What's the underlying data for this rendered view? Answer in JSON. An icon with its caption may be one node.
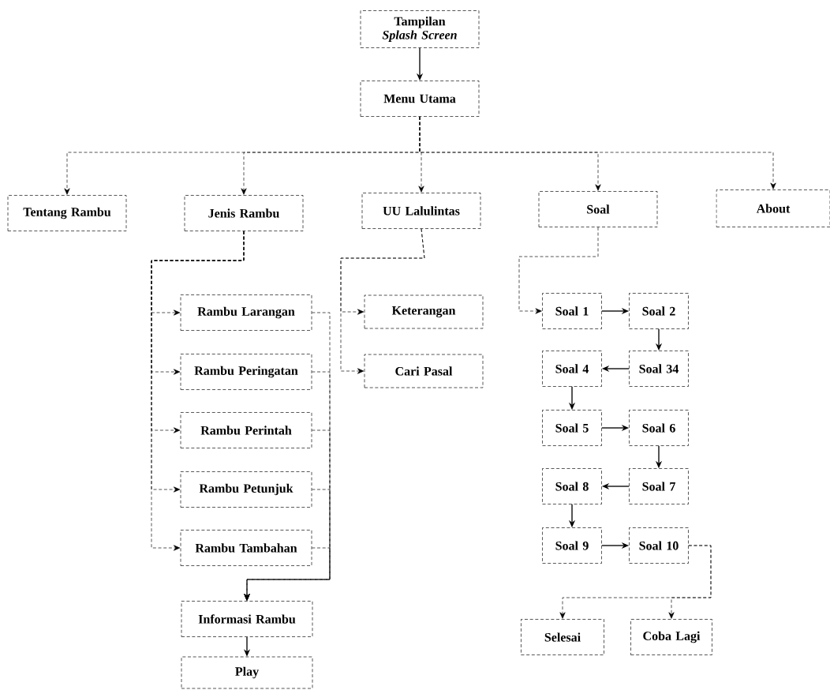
{
  "diagram": {
    "nodes": [
      {
        "text": [
          "Tampilan *Splash Screen*"
        ]
      },
      {
        "text": [
          "Menu Utama"
        ]
      },
      {
        "text": [
          "Tentang Rambu"
        ]
      },
      {
        "text": [
          "Jenis Rambu"
        ]
      },
      {
        "text": [
          "UU Lalulintas"
        ]
      },
      {
        "text": [
          "Soal"
        ]
      },
      {
        "text": [
          "About"
        ]
      },
      {
        "text": [
          "Rambu Larangan"
        ]
      },
      {
        "text": [
          "Rambu Peringatan"
        ]
      },
      {
        "text": [
          "Rambu Perintah"
        ]
      },
      {
        "text": [
          "Rambu Petunjuk"
        ]
      },
      {
        "text": [
          "Rambu Tambahan"
        ]
      },
      {
        "text": [
          "Informasi Rambu"
        ]
      },
      {
        "text": [
          "Play"
        ]
      },
      {
        "text": [
          "Keterangan"
        ]
      },
      {
        "text": [
          "Cari Pasal"
        ]
      },
      {
        "text": [
          "Soal 1"
        ]
      },
      {
        "text": [
          "Soal 2"
        ]
      },
      {
        "text": [
          "Soal 34"
        ]
      },
      {
        "text": [
          "Soal 4"
        ]
      },
      {
        "text": [
          "Soal 5"
        ]
      },
      {
        "text": [
          "Soal 6"
        ]
      },
      {
        "text": [
          "Soal 7"
        ]
      },
      {
        "text": [
          "Soal 8"
        ]
      },
      {
        "text": [
          "Soal 9"
        ]
      },
      {
        "text": [
          "Soal 10"
        ]
      },
      {
        "text": [
          "Selesai"
        ]
      },
      {
        "text": [
          "Coba Lagi"
        ]
      }
    ],
    "edges": [
      {
        "from": 0,
        "to": 1,
        "arrow": "to"
      },
      {
        "from": 1,
        "to": 2,
        "arrow": "to",
        "style": "dashed"
      },
      {
        "from": 1,
        "to": 3,
        "arrow": "to",
        "style": "dashed"
      },
      {
        "from": 1,
        "to": 4,
        "arrow": "to",
        "style": "dashed"
      },
      {
        "from": 1,
        "to": 5,
        "arrow": "to",
        "style": "dashed"
      },
      {
        "from": 1,
        "to": 6,
        "arrow": "to",
        "style": "dashed"
      },
      {
        "from": 3,
        "to": 7,
        "arrow": "to",
        "style": "dashed"
      },
      {
        "from": 3,
        "to": 8,
        "arrow": "to",
        "style": "dashed"
      },
      {
        "from": 3,
        "to": 9,
        "arrow": "to",
        "style": "dashed"
      },
      {
        "from": 3,
        "to": 10,
        "arrow": "to",
        "style": "dashed"
      },
      {
        "from": 3,
        "to": 11,
        "arrow": "to",
        "style": "dashed"
      },
      {
        "from": 7,
        "to": 12,
        "arrow": "to",
        "style": "dashed"
      },
      {
        "from": 8,
        "to": 12,
        "arrow": "to",
        "style": "dashed"
      },
      {
        "from": 9,
        "to": 12,
        "arrow": "to",
        "style": "dashed"
      },
      {
        "from": 10,
        "to": 12,
        "arrow": "to",
        "style": "dashed"
      },
      {
        "from": 11,
        "to": 12,
        "arrow": "to",
        "style": "dashed"
      },
      {
        "from": 12,
        "to": 13,
        "arrow": "to"
      },
      {
        "from": 4,
        "to": 14,
        "arrow": "to",
        "style": "dashed"
      },
      {
        "from": 4,
        "to": 15,
        "arrow": "to",
        "style": "dashed"
      },
      {
        "from": 5,
        "to": 16,
        "arrow": "to",
        "style": "dashed"
      },
      {
        "from": 16,
        "to": 17,
        "arrow": "to"
      },
      {
        "from": 17,
        "to": 18,
        "arrow": "to"
      },
      {
        "from": 18,
        "to": 19,
        "arrow": "to"
      },
      {
        "from": 19,
        "to": 20,
        "arrow": "to"
      },
      {
        "from": 20,
        "to": 21,
        "arrow": "to"
      },
      {
        "from": 21,
        "to": 22,
        "arrow": "to"
      },
      {
        "from": 22,
        "to": 23,
        "arrow": "to"
      },
      {
        "from": 23,
        "to": 24,
        "arrow": "to"
      },
      {
        "from": 24,
        "to": 25,
        "arrow": "to"
      },
      {
        "from": 25,
        "to": 26,
        "arrow": "to",
        "style": "dashed"
      },
      {
        "from": 25,
        "to": 27,
        "arrow": "to",
        "style": "dashed"
      }
    ]
  }
}
